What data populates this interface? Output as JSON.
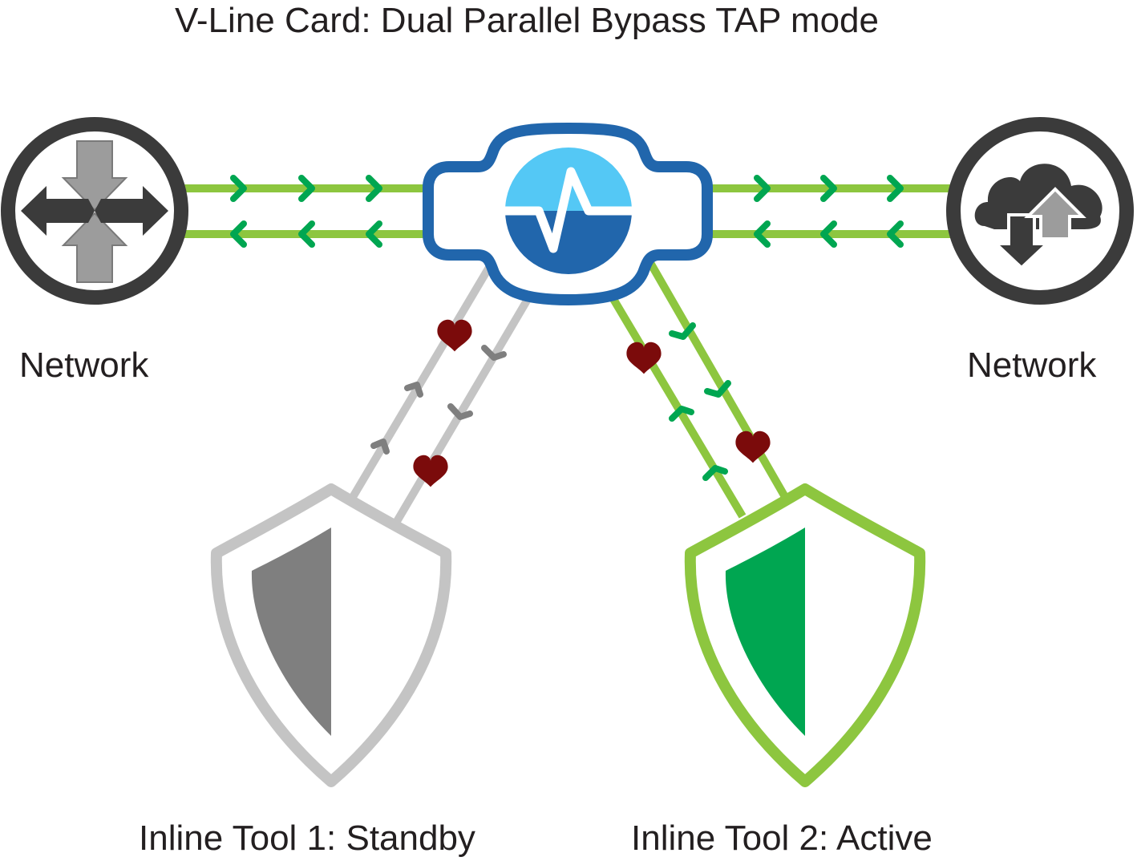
{
  "title": "V-Line Card: Dual Parallel Bypass TAP mode",
  "nodes": {
    "network_left": {
      "label": "Network",
      "icon": "router-arrows-icon"
    },
    "network_right": {
      "label": "Network",
      "icon": "cloud-upload-download-icon"
    },
    "vline_card": {
      "icon": "heartbeat-pulse-icon"
    },
    "tool1": {
      "label": "Inline Tool 1: Standby",
      "state": "standby",
      "icon": "shield-icon"
    },
    "tool2": {
      "label": "Inline Tool 2: Active",
      "state": "active",
      "icon": "shield-icon"
    }
  },
  "colors": {
    "link_active": "#8dc63f",
    "arrow_active": "#00a651",
    "link_standby": "#c4c4c4",
    "arrow_standby": "#7f7f7f",
    "card_blue": "#2166ac",
    "card_light_blue": "#54c8f5",
    "node_dark": "#3b3b3b",
    "heartbeat": "#7b0b0b"
  }
}
